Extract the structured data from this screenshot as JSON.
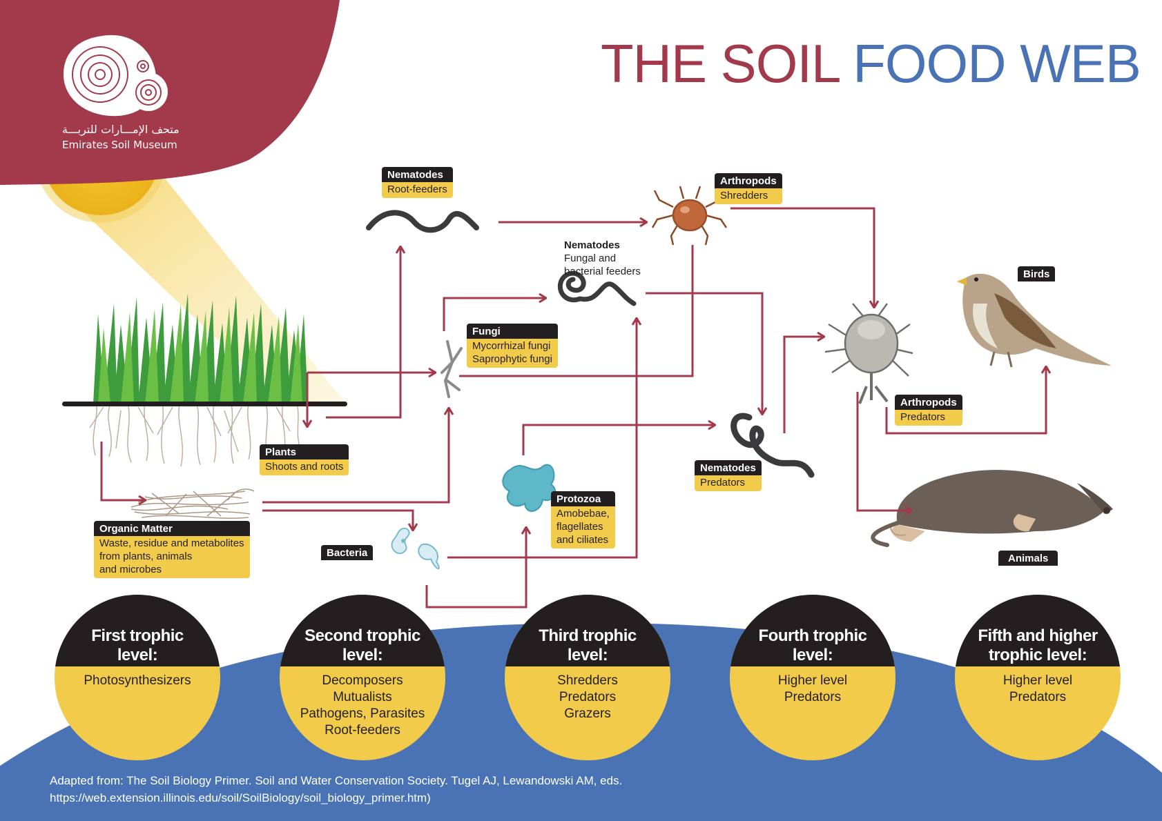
{
  "title": {
    "part1": "THE SOIL",
    "part2": "FOOD WEB"
  },
  "logo": {
    "arabic": "متحف الإمـــارات للتربـــة",
    "name": "Emirates Soil Museum"
  },
  "colors": {
    "crimson": "#a23a4c",
    "blue": "#4a73b6",
    "yellow": "#f2cb4a",
    "dark": "#231f20"
  },
  "organisms": {
    "nematodes_root": {
      "title": "Nematodes",
      "desc": "Root-feeders"
    },
    "arthropods_shredders": {
      "title": "Arthropods",
      "desc": "Shredders"
    },
    "nematodes_fungal": {
      "title": "Nematodes",
      "line1": "Fungal and",
      "line2": "bacterial feeders"
    },
    "fungi": {
      "title": "Fungi",
      "line1": "Mycorrhizal fungi",
      "line2": "Saprophytic fungi"
    },
    "birds": {
      "title": "Birds"
    },
    "arthropods_predators": {
      "title": "Arthropods",
      "desc": "Predators"
    },
    "plants": {
      "title": "Plants",
      "desc": "Shoots and roots"
    },
    "organic_matter": {
      "title": "Organic Matter",
      "line1": "Waste, residue and metabolites",
      "line2": "from plants, animals",
      "line3": "and microbes"
    },
    "bacteria": {
      "title": "Bacteria"
    },
    "protozoa": {
      "title": "Protozoa",
      "line1": "Amobebae,",
      "line2": "flagellates",
      "line3": "and ciliates"
    },
    "nematodes_predators": {
      "title": "Nematodes",
      "desc": "Predators"
    },
    "animals": {
      "title": "Animals"
    }
  },
  "levels": [
    {
      "title1": "First trophic",
      "title2": "level:",
      "items": [
        "Photosynthesizers"
      ]
    },
    {
      "title1": "Second trophic",
      "title2": "level:",
      "items": [
        "Decomposers",
        "Mutualists",
        "Pathogens, Parasites",
        "Root-feeders"
      ]
    },
    {
      "title1": "Third trophic",
      "title2": "level:",
      "items": [
        "Shredders",
        "Predators",
        "Grazers"
      ]
    },
    {
      "title1": "Fourth trophic",
      "title2": "level:",
      "items": [
        "Higher level",
        "Predators"
      ]
    },
    {
      "title1": "Fifth and higher",
      "title2": "trophic level:",
      "items": [
        "Higher level",
        "Predators"
      ]
    }
  ],
  "credit": {
    "line1": "Adapted from: The Soil Biology Primer. Soil and Water Conservation Society. Tugel AJ, Lewandowski AM, eds.",
    "line2": "https://web.extension.illinois.edu/soil/SoilBiology/soil_biology_primer.htm)"
  }
}
